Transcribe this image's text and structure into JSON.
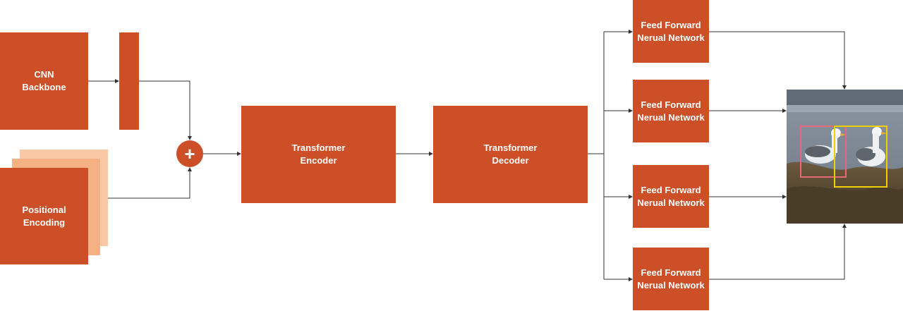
{
  "diagram": {
    "cnn_backbone": {
      "line1": "CNN",
      "line2": "Backbone"
    },
    "positional_encoding": {
      "line1": "Positional",
      "line2": "Encoding"
    },
    "sum_symbol": "+",
    "transformer_encoder": {
      "line1": "Transformer",
      "line2": "Encoder"
    },
    "transformer_decoder": {
      "line1": "Transformer",
      "line2": "Decoder"
    },
    "ffn": [
      {
        "line1": "Feed Forward",
        "line2": "Nerual Network"
      },
      {
        "line1": "Feed Forward",
        "line2": "Nerual Network"
      },
      {
        "line1": "Feed Forward",
        "line2": "Nerual Network"
      },
      {
        "line1": "Feed Forward",
        "line2": "Nerual Network"
      }
    ],
    "colors": {
      "block": "#cd4f27",
      "pe_layer_light": "#f8c9a4",
      "pe_layer_mid": "#f4b184",
      "arrow": "#333333",
      "bbox_pink": "#e8677a",
      "bbox_yellow": "#f2d000"
    }
  }
}
